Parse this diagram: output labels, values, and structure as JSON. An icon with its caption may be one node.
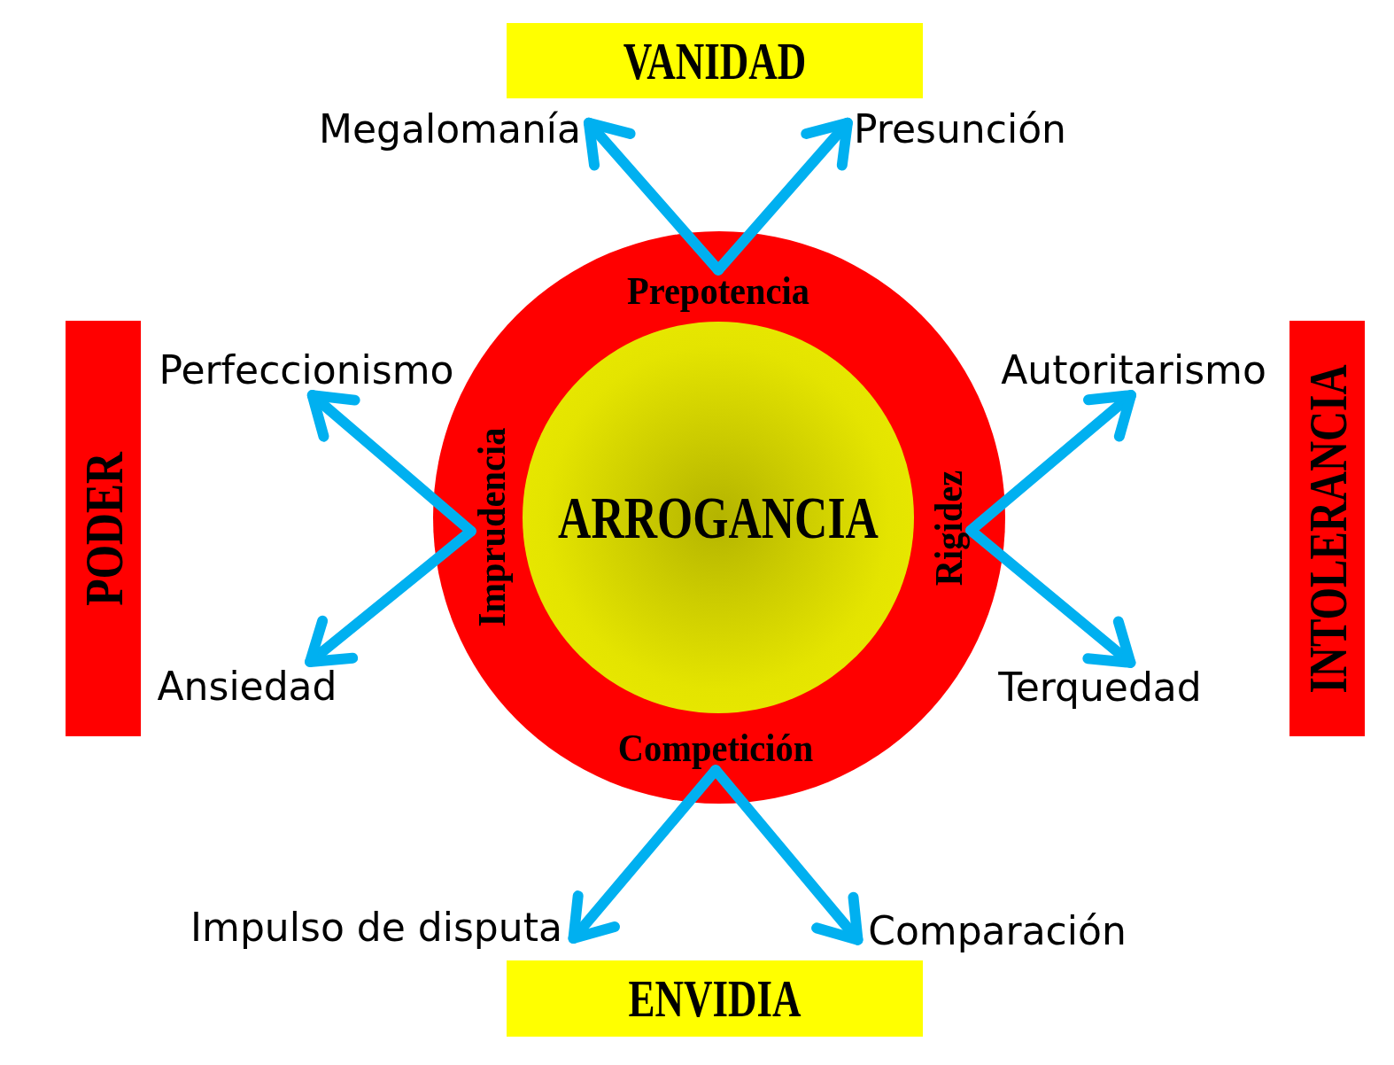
{
  "diagram": {
    "nodes": [
      {
        "text": [
          "VANIDAD"
        ]
      },
      {
        "text": [
          "Megalomanía"
        ]
      },
      {
        "text": [
          "Presunción"
        ]
      },
      {
        "text": [],
        "shape": "circle"
      },
      {
        "text": [
          "Prepotencia"
        ],
        "in": 3
      },
      {
        "text": [
          "Imprudencia"
        ],
        "in": 3
      },
      {
        "text": [
          "ARROGANCIA"
        ],
        "in": 3
      },
      {
        "text": [
          "Rigidez"
        ],
        "in": 3
      },
      {
        "text": [
          "Competición"
        ],
        "in": 3
      },
      {
        "text": [
          "PODER"
        ]
      },
      {
        "text": [
          "Perfeccionismo"
        ]
      },
      {
        "text": [
          "Ansiedad"
        ]
      },
      {
        "text": [
          "Autoritarismo"
        ]
      },
      {
        "text": [
          "Terquedad"
        ]
      },
      {
        "text": [
          "INTOLERANCIA"
        ]
      },
      {
        "text": [
          "Impulso de disputa"
        ]
      },
      {
        "text": [
          "Comparación"
        ]
      },
      {
        "text": [
          "ENVIDIA"
        ]
      }
    ],
    "edges": [
      {
        "from": 4,
        "to": 1,
        "arrow": "to"
      },
      {
        "from": 4,
        "to": 2,
        "arrow": "to"
      },
      {
        "from": 5,
        "to": 10,
        "arrow": "to"
      },
      {
        "from": 5,
        "to": 11,
        "arrow": "to"
      },
      {
        "from": 7,
        "to": 12,
        "arrow": "to"
      },
      {
        "from": 7,
        "to": 13,
        "arrow": "to"
      },
      {
        "from": 8,
        "to": 15,
        "arrow": "to"
      },
      {
        "from": 8,
        "to": 16,
        "arrow": "to"
      }
    ]
  }
}
